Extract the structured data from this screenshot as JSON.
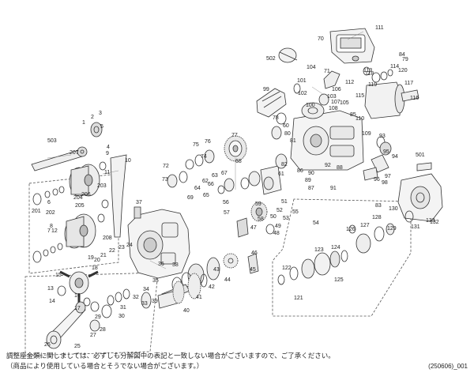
{
  "footer": {
    "note_line1": "調整座金類に関しましては、必ずしも分解図中の表記と一致しない場合がございますので、ご了承ください。",
    "note_line2": "（商品により使用している場合とそうでない場合がございます。）",
    "code": "(250606)_001"
  },
  "part_labels": [
    "1",
    "2",
    "3",
    "4",
    "5",
    "6",
    "7",
    "8",
    "9",
    "10",
    "11",
    "12",
    "13",
    "14",
    "15",
    "16",
    "17",
    "18",
    "19",
    "20",
    "21",
    "22",
    "23",
    "24",
    "25",
    "26",
    "27",
    "28",
    "29",
    "30",
    "31",
    "32",
    "33",
    "34",
    "35",
    "36",
    "37",
    "38",
    "39",
    "40",
    "41",
    "42",
    "43",
    "44",
    "45",
    "46",
    "47",
    "48",
    "49",
    "50",
    "51",
    "52",
    "53",
    "54",
    "55",
    "56",
    "57",
    "58",
    "59",
    "60",
    "61",
    "62",
    "63",
    "64",
    "65",
    "66",
    "67",
    "68",
    "69",
    "70",
    "71",
    "72",
    "73",
    "74",
    "75",
    "76",
    "77",
    "78",
    "79",
    "80",
    "81",
    "82",
    "83",
    "84",
    "85",
    "86",
    "87",
    "88",
    "89",
    "90",
    "91",
    "92",
    "93",
    "94",
    "95",
    "96",
    "97",
    "98",
    "99",
    "100",
    "101",
    "102",
    "103",
    "104",
    "105",
    "106",
    "107",
    "108",
    "109",
    "110",
    "111",
    "112",
    "113",
    "114",
    "115",
    "116",
    "117",
    "118",
    "119",
    "120",
    "121",
    "122",
    "123",
    "124",
    "125",
    "126",
    "127",
    "128",
    "129",
    "130",
    "131",
    "132",
    "133",
    "201",
    "202",
    "203",
    "204",
    "205",
    "206",
    "207",
    "208",
    "501",
    "502",
    "503"
  ]
}
